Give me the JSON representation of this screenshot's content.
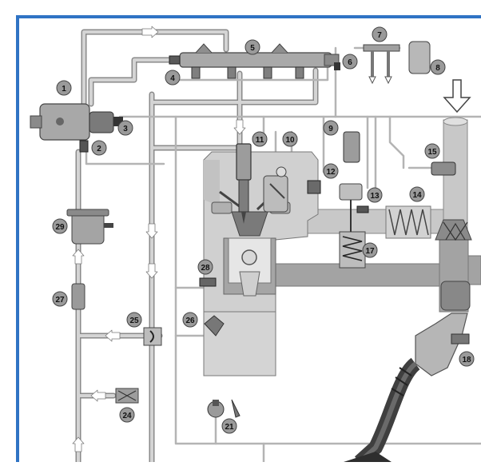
{
  "colors": {
    "frame": "#2f73c4",
    "pipe_fill": "#cfcfcf",
    "pipe_edge": "#8a8a8a",
    "part_fill": "#bdbdbd",
    "part_dark": "#5a5a5a",
    "badge_fill": "#9a9a9a",
    "hose_dark": "#3f3f3f",
    "intake_fill": "#c8c8c8",
    "exhaust_fill": "#9f9f9f"
  },
  "callouts": [
    "1",
    "2",
    "3",
    "4",
    "5",
    "6",
    "7",
    "8",
    "9",
    "10",
    "11",
    "12",
    "13",
    "14",
    "15",
    "17",
    "18",
    "21",
    "24",
    "25",
    "26",
    "27",
    "28",
    "29"
  ]
}
